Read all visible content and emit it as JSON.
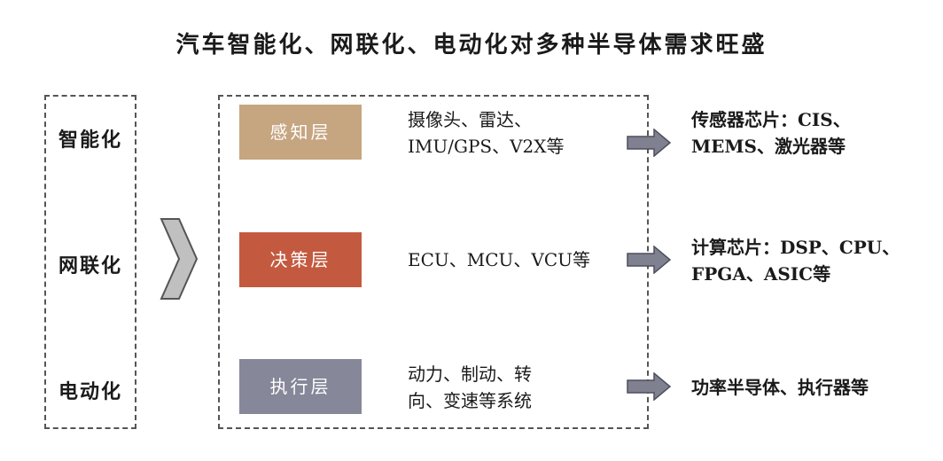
{
  "title": "汽车智能化、网联化、电动化对多种半导体需求旺盛",
  "drivers": [
    "智能化",
    "网联化",
    "电动化"
  ],
  "layers": [
    {
      "name": "感知层",
      "color": "#c6a581",
      "desc": [
        "摄像头、雷达、",
        "IMU/GPS、V2X等"
      ],
      "chips": [
        "传感器芯片：CIS、",
        "MEMS、激光器等"
      ]
    },
    {
      "name": "决策层",
      "color": "#c35a3f",
      "desc": [
        "ECU、MCU、VCU等"
      ],
      "chips": [
        "计算芯片：DSP、CPU、",
        "FPGA、ASIC等"
      ]
    },
    {
      "name": "执行层",
      "color": "#868798",
      "desc": [
        "动力、制动、转",
        "向、变速等系统"
      ],
      "chips": [
        "功率半导体、执行器等"
      ]
    }
  ],
  "colors": {
    "arrow": "#7f8190",
    "arrow_stroke": "#4d4f5c",
    "chevron": "#c0c0c0",
    "chevron_stroke": "#555555"
  }
}
